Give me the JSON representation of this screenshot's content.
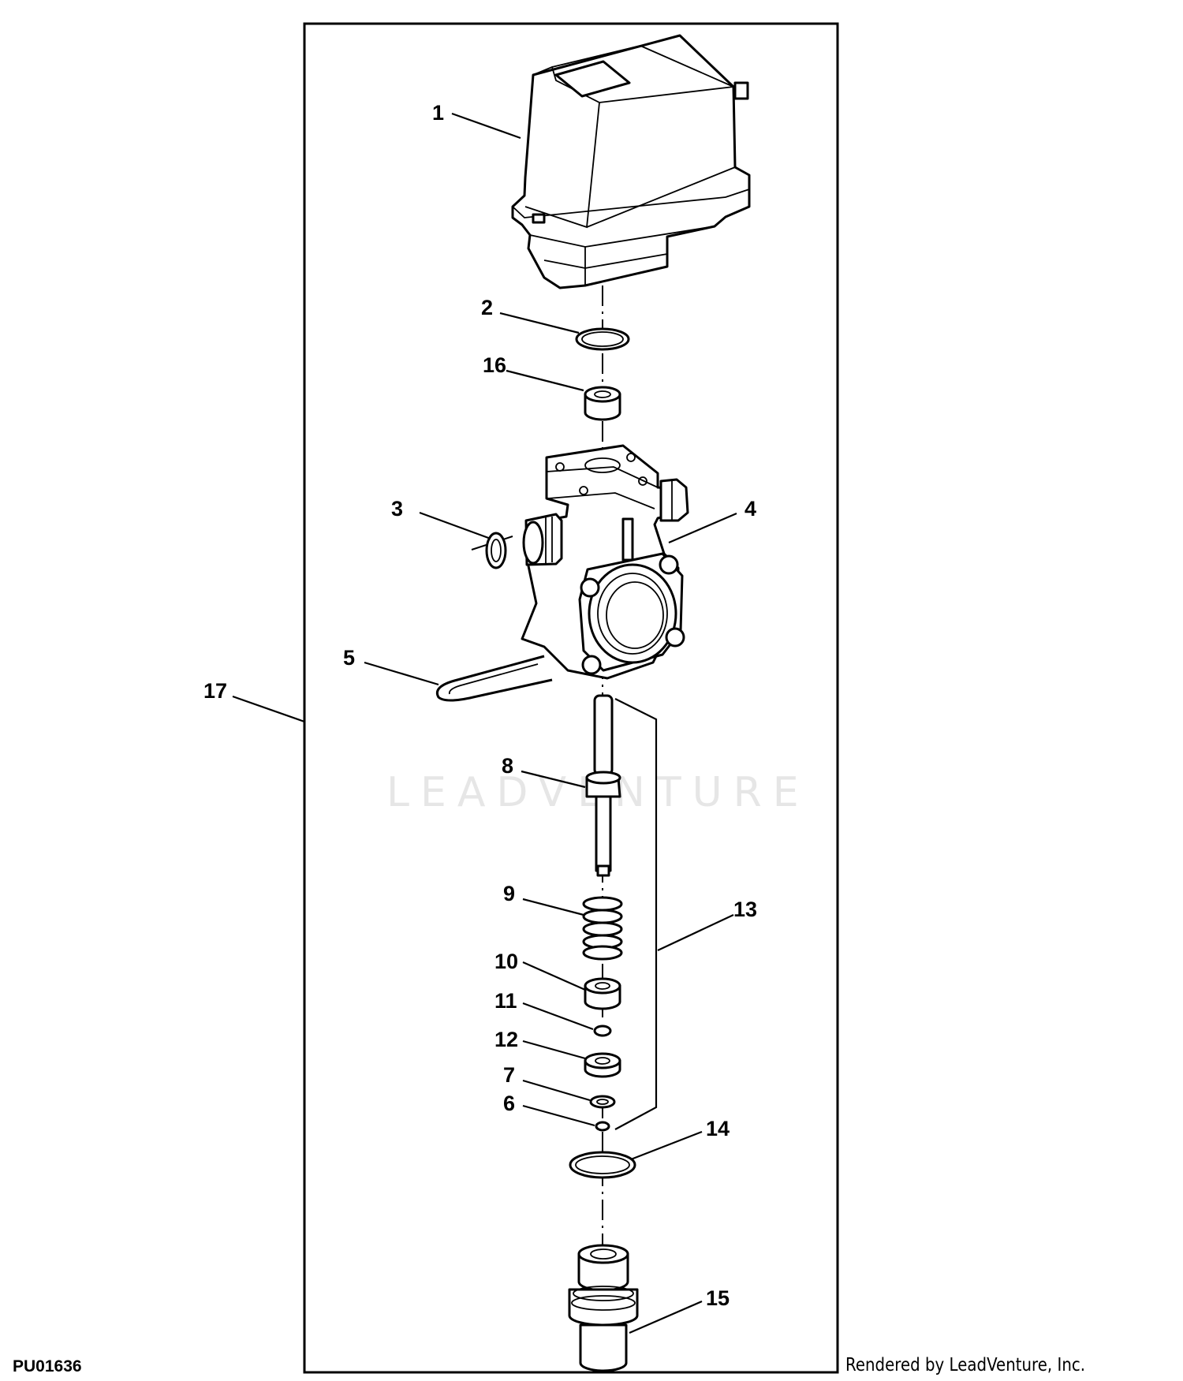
{
  "figure_id": "PU01636",
  "credit": "Rendered by LeadVenture, Inc.",
  "watermark": "LEADVENTURE",
  "callouts": [
    "1",
    "2",
    "16",
    "3",
    "4",
    "5",
    "17",
    "8",
    "9",
    "13",
    "10",
    "11",
    "12",
    "7",
    "6",
    "14",
    "15"
  ]
}
